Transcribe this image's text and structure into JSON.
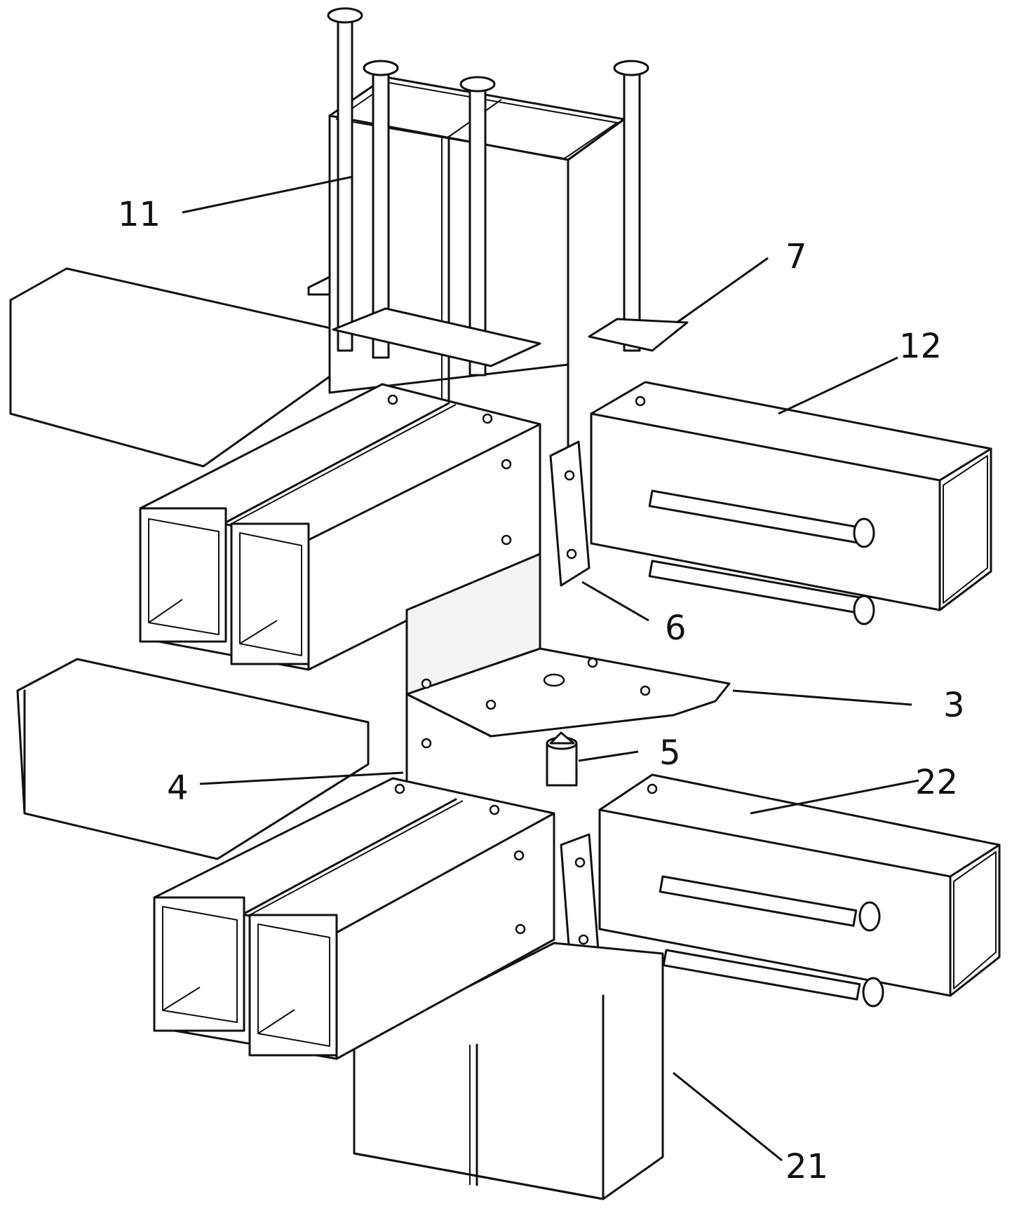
{
  "labels": {
    "l11": "11",
    "l7": "7",
    "l12": "12",
    "l6": "6",
    "l3": "3",
    "l5": "5",
    "l4": "4",
    "l22": "22",
    "l21": "21"
  }
}
